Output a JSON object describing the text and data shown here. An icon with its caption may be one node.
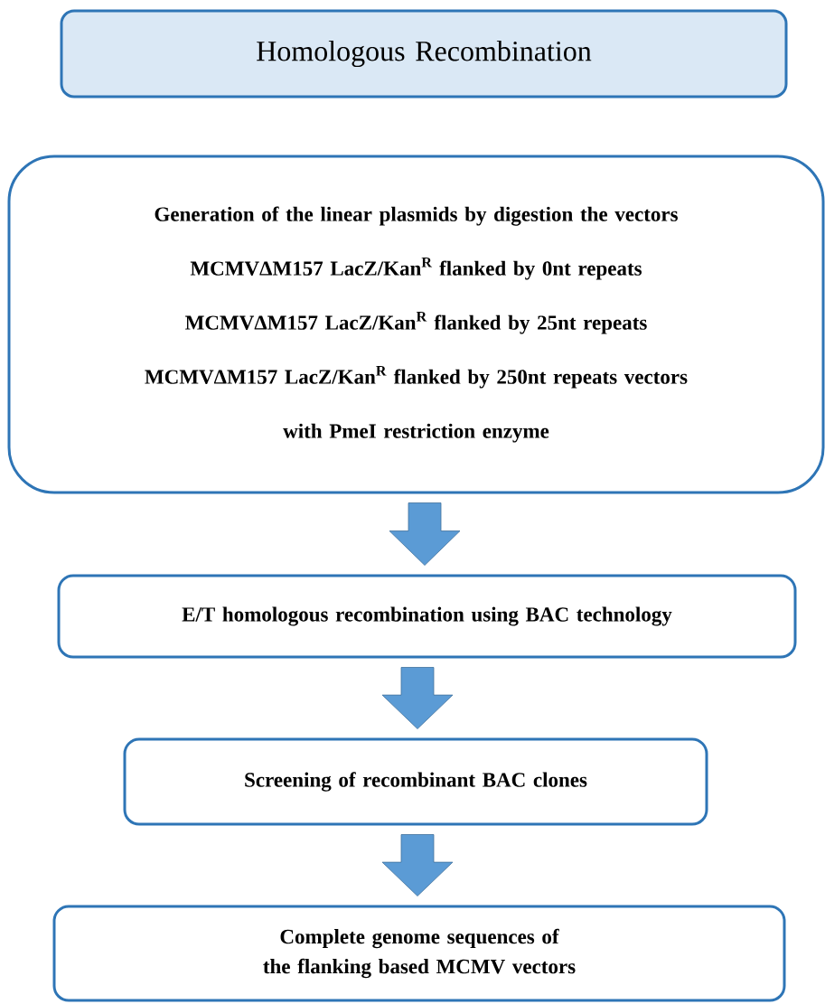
{
  "diagram": {
    "nodes": [
      {
        "text": [
          "Homologous Recombination"
        ]
      },
      {
        "text": [
          "Generation of the linear plasmids by digestion the vectors",
          "MCMVΔM157 LacZ/Kan$^{R}$ flanked by 0nt repeats",
          "MCMVΔM157 LacZ/Kan$^{R}$ flanked by 25nt repeats",
          "MCMVΔM157 LacZ/Kan$^{R}$ flanked by 250nt repeats vectors",
          "with PmeI restriction enzyme"
        ]
      },
      {
        "text": [
          "E/T homologous recombination using BAC technology"
        ]
      },
      {
        "text": [
          "Screening of recombinant BAC clones"
        ]
      },
      {
        "text": [
          "Complete genome sequences of the flanking based MCMV vectors"
        ]
      }
    ],
    "edges": [
      {
        "from": 1,
        "to": 2,
        "arrow": "to"
      },
      {
        "from": 2,
        "to": 3,
        "arrow": "to"
      },
      {
        "from": 3,
        "to": 4,
        "arrow": "to"
      }
    ]
  }
}
